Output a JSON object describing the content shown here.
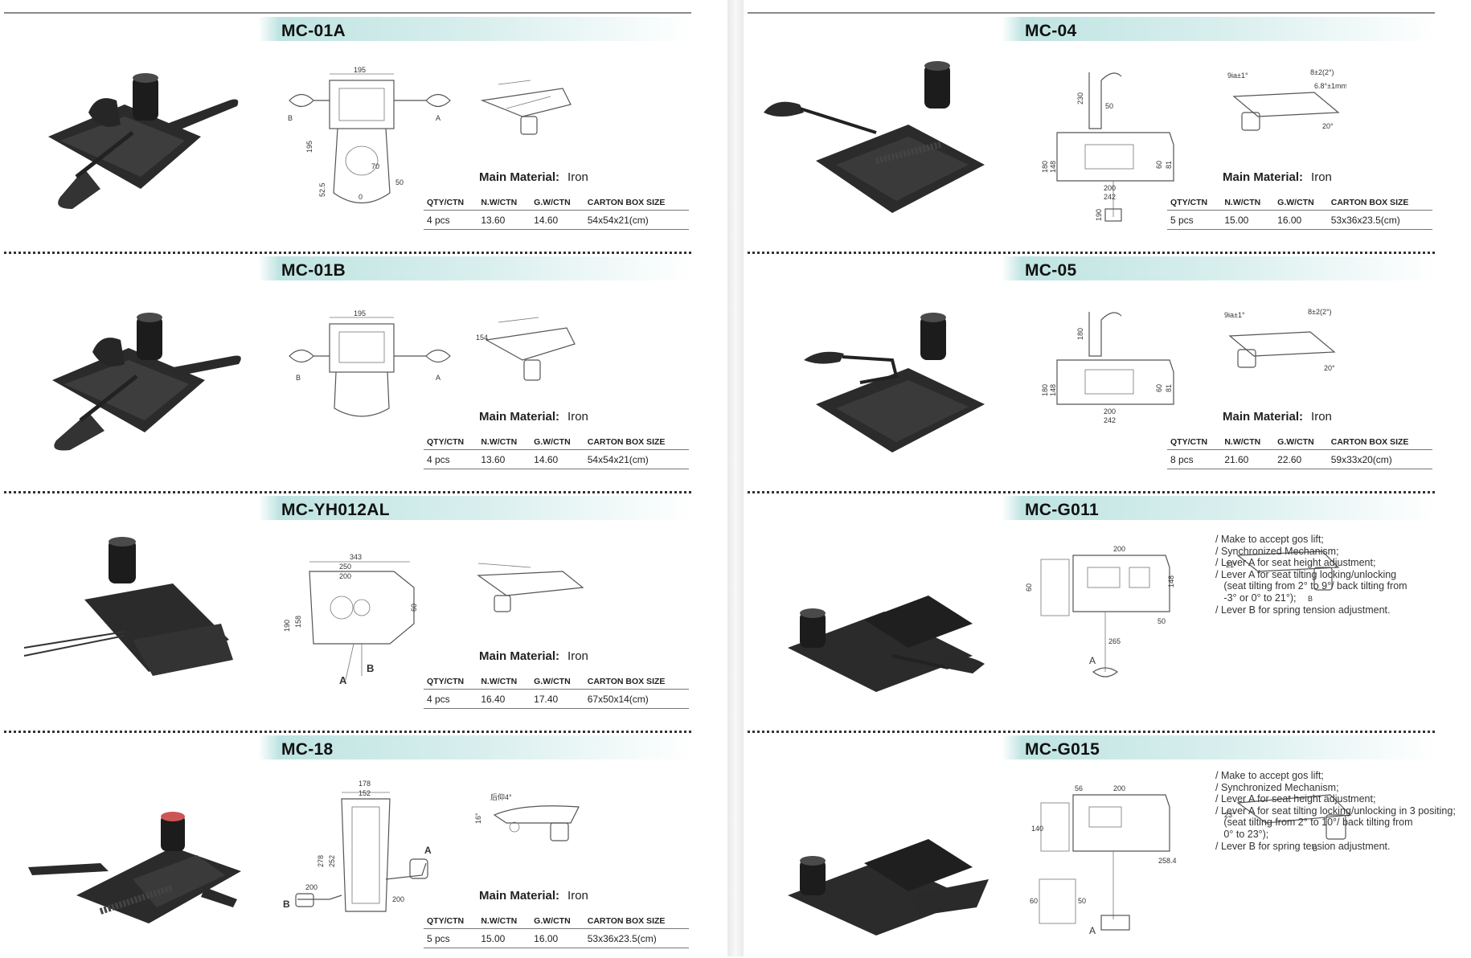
{
  "labels": {
    "material_label": "Main Material:",
    "qty": "QTY/CTN",
    "nw": "N.W/CTN",
    "gw": "G.W/CTN",
    "box": "CARTON BOX SIZE"
  },
  "left_products": [
    {
      "model": "MC-01A",
      "material": "Iron",
      "qty": "4 pcs",
      "nw": "13.60",
      "gw": "14.60",
      "box": "54x54x21(cm)",
      "dims": [
        "195",
        "195",
        "70",
        "52.5",
        "50",
        "B",
        "A",
        "0"
      ]
    },
    {
      "model": "MC-01B",
      "material": "Iron",
      "qty": "4 pcs",
      "nw": "13.60",
      "gw": "14.60",
      "box": "54x54x21(cm)",
      "dims": [
        "195",
        "154",
        "B",
        "A"
      ]
    },
    {
      "model": "MC-YH012AL",
      "material": "Iron",
      "qty": "4 pcs",
      "nw": "16.40",
      "gw": "17.40",
      "box": "67x50x14(cm)",
      "dims": [
        "343",
        "250",
        "200",
        "190",
        "158",
        "60",
        "A",
        "B"
      ]
    },
    {
      "model": "MC-18",
      "material": "Iron",
      "qty": "5 pcs",
      "nw": "15.00",
      "gw": "16.00",
      "box": "53x36x23.5(cm)",
      "dims": [
        "178",
        "152",
        "278",
        "252",
        "200",
        "200",
        "A",
        "B",
        "16°",
        "后仰4°"
      ]
    }
  ],
  "right_products": [
    {
      "model": "MC-04",
      "material": "Iron",
      "qty": "5 pcs",
      "nw": "15.00",
      "gw": "16.00",
      "box": "53x36x23.5(cm)",
      "dims": [
        "230",
        "50",
        "180",
        "148",
        "200",
        "242",
        "60",
        "81",
        "190",
        "9ia±1°",
        "8±2(2°)",
        "6.8°±1mm",
        "20°"
      ]
    },
    {
      "model": "MC-05",
      "material": "Iron",
      "qty": "8 pcs",
      "nw": "21.60",
      "gw": "22.60",
      "box": "59x33x20(cm)",
      "dims": [
        "180",
        "180",
        "148",
        "200",
        "242",
        "60",
        "81",
        "9ia±1°",
        "8±2(2°)",
        "20°"
      ]
    },
    {
      "model": "MC-G011",
      "features": [
        "/ Make to accept gos lift;",
        "/ Synchronized Mechanism;",
        "/ Lever A for seat height adjustment;",
        "/ Lever A for seat tilting locking/unlocking",
        "   (seat tilting from 2° to 9°/ back tilting from",
        "   -3° or 0° to 21°);",
        "/ Lever B for spring tension adjustment."
      ],
      "dims": [
        "200",
        "148",
        "60",
        "50",
        "265",
        "A",
        "B",
        "21°"
      ]
    },
    {
      "model": "MC-G015",
      "features": [
        "/ Make to accept gos lift;",
        "/ Synchronized Mechanism;",
        "/ Lever A for seat height adjustment;",
        "/ Lever A for seat tilting locking/unlocking in 3 positing;",
        "   (seat tilting from 2° to 10°/ back tilting from",
        "   0° to 23°);",
        "/ Lever B for spring tension adjustment."
      ],
      "dims": [
        "200",
        "56",
        "140",
        "258.4",
        "60",
        "50",
        "A",
        "B",
        "23°"
      ]
    }
  ]
}
